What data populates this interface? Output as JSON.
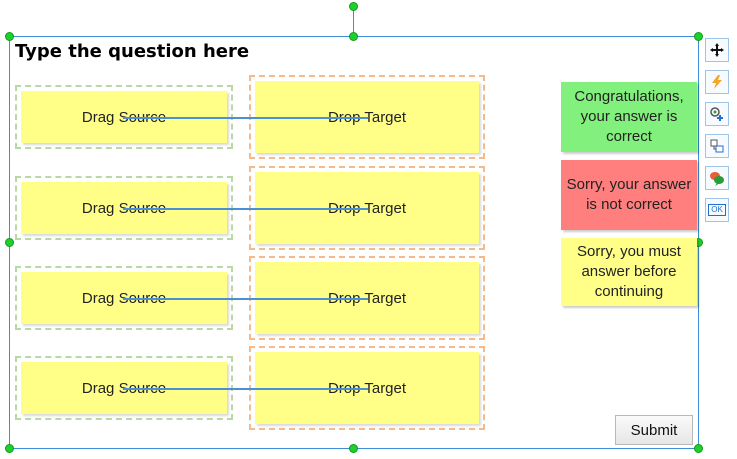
{
  "question": {
    "title": "Type the question here"
  },
  "pairs": [
    {
      "source": "Drag Source",
      "target": "Drop Target"
    },
    {
      "source": "Drag Source",
      "target": "Drop Target"
    },
    {
      "source": "Drag Source",
      "target": "Drop Target"
    },
    {
      "source": "Drag Source",
      "target": "Drop Target"
    }
  ],
  "feedback": {
    "correct": "Congratulations, your answer is correct",
    "incorrect": "Sorry, your answer is not correct",
    "incomplete": "Sorry, you must answer before continuing"
  },
  "submit": {
    "label": "Submit"
  },
  "toolbar": {
    "items": [
      {
        "icon": "move-icon"
      },
      {
        "icon": "lightning-icon"
      },
      {
        "icon": "add-target-icon"
      },
      {
        "icon": "shapes-icon"
      },
      {
        "icon": "feedback-bubbles-icon"
      },
      {
        "icon": "ok-icon",
        "label": "OK"
      }
    ]
  },
  "colors": {
    "selection": "#3c8fd6",
    "handle": "#1ed12a",
    "sticky": "#ffff88",
    "correct": "#82f07c",
    "incorrect": "#ff7f7f"
  }
}
